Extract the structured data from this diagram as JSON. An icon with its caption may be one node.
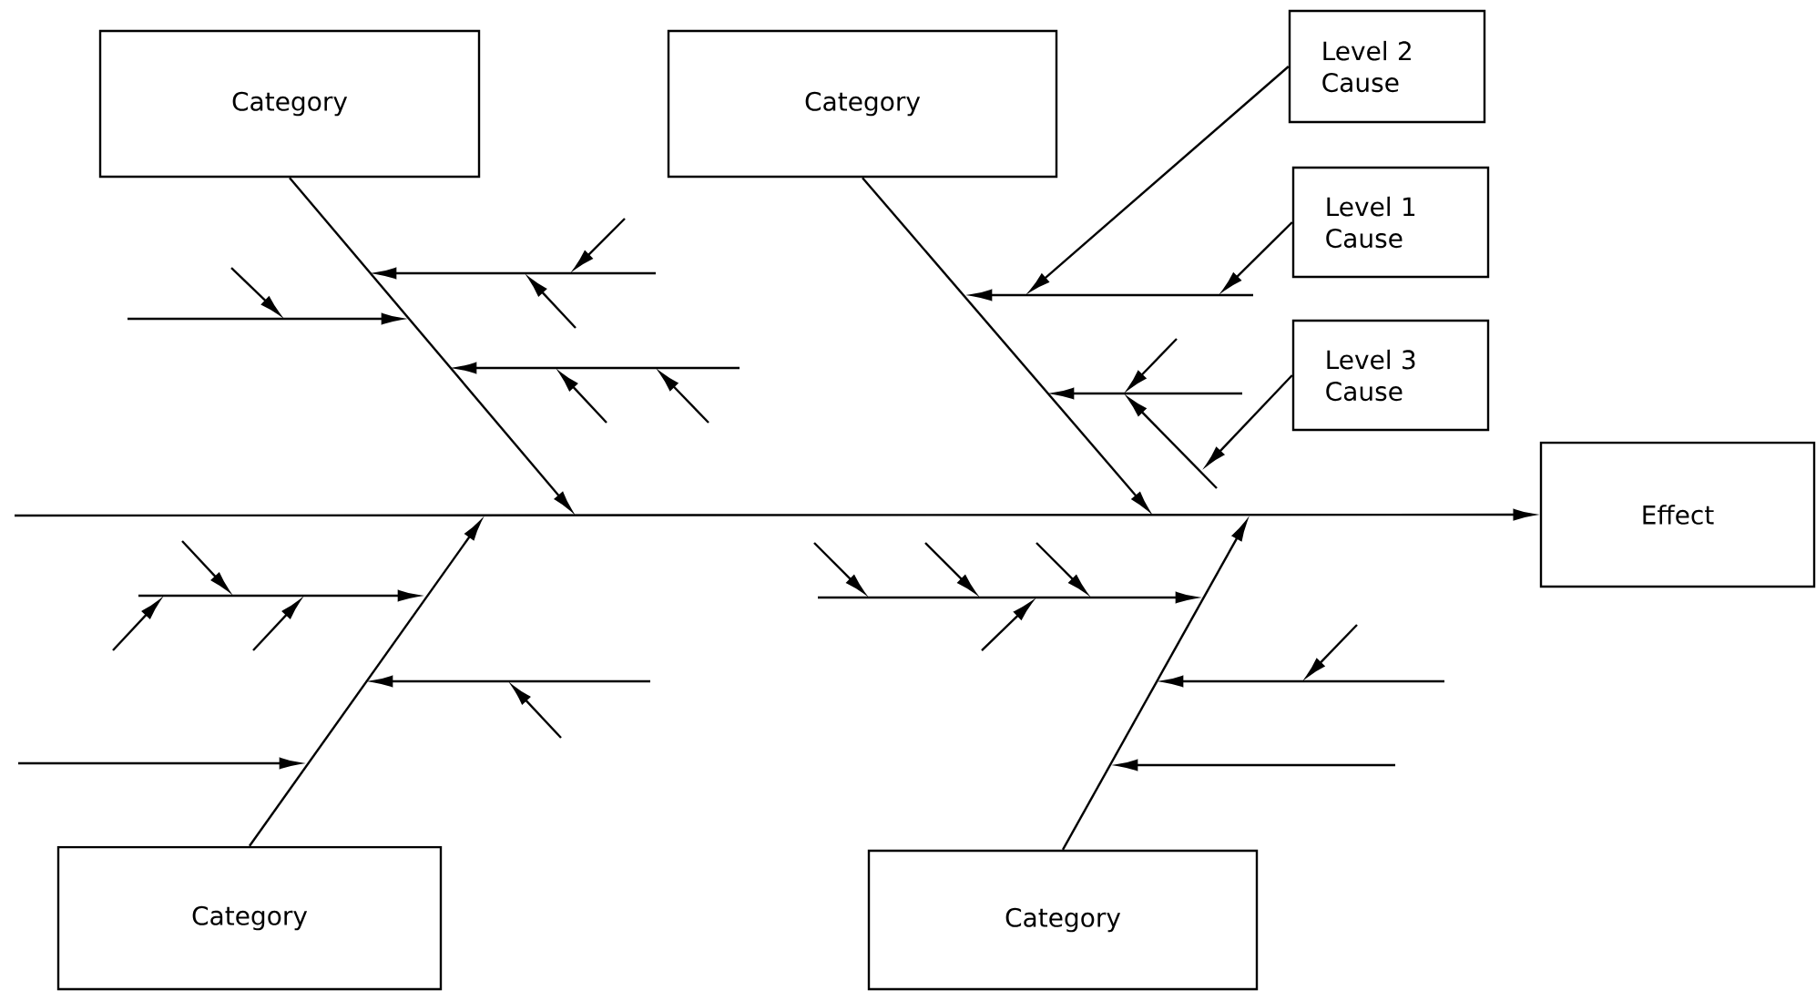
{
  "diagram": {
    "nodes": [
      {
        "text": [
          "Category"
        ]
      },
      {
        "text": [
          "Category"
        ]
      },
      {
        "text": [
          "Level 2 Cause"
        ]
      },
      {
        "text": [
          "Level 1 Cause"
        ]
      },
      {
        "text": [
          "Level 3 Cause"
        ]
      },
      {
        "text": [
          "Effect"
        ]
      },
      {
        "text": [
          "Category"
        ]
      },
      {
        "text": [
          "Category"
        ]
      }
    ],
    "edges": [
      {
        "from": null,
        "to": 5,
        "arrow": "to"
      },
      {
        "from": 0,
        "to": null,
        "arrow": "to"
      },
      {
        "from": 1,
        "to": null,
        "arrow": "to"
      },
      {
        "from": 2,
        "to": null,
        "arrow": "to"
      },
      {
        "from": 3,
        "to": null,
        "arrow": "to"
      },
      {
        "from": 4,
        "to": null,
        "arrow": "to"
      },
      {
        "from": 6,
        "to": null,
        "arrow": "to"
      },
      {
        "from": 7,
        "to": null,
        "arrow": "to"
      }
    ]
  }
}
